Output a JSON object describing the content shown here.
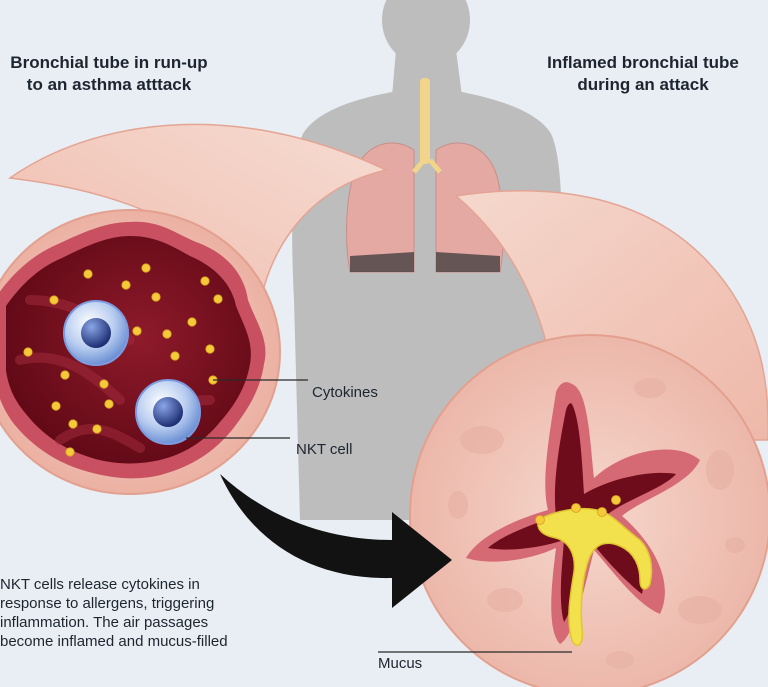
{
  "titles": {
    "left": "Bronchial tube in run-up\nto an asthma atttack",
    "right": "Inflamed bronchial tube\nduring an attack"
  },
  "labels": {
    "cytokines": "Cytokines",
    "nkt_cell": "NKT cell",
    "mucus": "Mucus"
  },
  "caption": "NKT cells release cytokines in\nresponse to allergens, triggering\ninflammation. The air passages\nbecome inflamed and mucus-filled",
  "colors": {
    "background": "#e8eef3",
    "body_silhouette": "#b9b9b9",
    "tube_wall": "#f1c4b8",
    "lumen_dark": "#7a0e1f",
    "lung": "#e3a7a2",
    "cytokine": "#f4c93a",
    "nkt_cell": "#3a63b5",
    "mucus": "#f0df4a",
    "arrow": "#111111"
  }
}
